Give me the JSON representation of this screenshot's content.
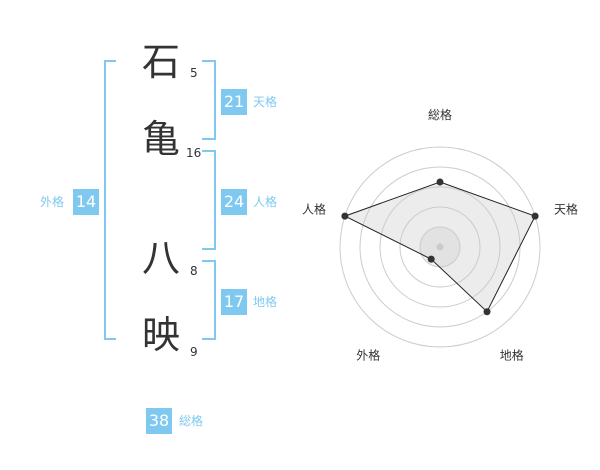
{
  "name_chars": [
    {
      "char": "石",
      "strokes": "5"
    },
    {
      "char": "亀",
      "strokes": "16"
    },
    {
      "char": "八",
      "strokes": "8"
    },
    {
      "char": "映",
      "strokes": "9"
    }
  ],
  "scores": {
    "tenkaku": {
      "value": "21",
      "label": "天格"
    },
    "jinkaku": {
      "value": "24",
      "label": "人格"
    },
    "chikaku": {
      "value": "17",
      "label": "地格"
    },
    "gaikaku": {
      "value": "14",
      "label": "外格"
    },
    "soukaku": {
      "value": "38",
      "label": "総格"
    }
  },
  "colors": {
    "accent": "#7fc9f1",
    "text": "#333333",
    "radar_fill": "#e9e9e9",
    "grid": "#cccccc"
  },
  "chart_data": {
    "type": "radar",
    "axes": [
      "総格",
      "天格",
      "地格",
      "外格",
      "人格"
    ],
    "values": [
      0.65,
      1.0,
      0.8,
      0.15,
      1.0
    ],
    "max": 1.0,
    "rings": 5,
    "grid": true
  }
}
